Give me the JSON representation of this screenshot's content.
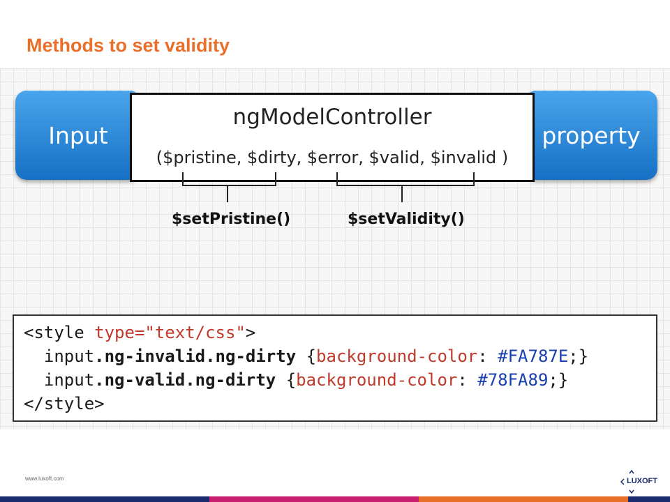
{
  "slide": {
    "title": "Methods to set validity",
    "footer_url": "www.luxoft.com",
    "logo_text": "LUXOFT"
  },
  "diagram": {
    "input_label": "Input",
    "property_label": "property",
    "controller_title": "ngModelController",
    "controller_properties": "($pristine, $dirty, $error, $valid, $invalid )",
    "method_pristine": "$setPristine()",
    "method_validity": "$setValidity()"
  },
  "code": {
    "line1_open": "<style ",
    "line1_attr": "type=",
    "line1_str": "\"text/css\"",
    "line1_close": ">",
    "line2_sel1": "input",
    "line2_sel2": ".ng-invalid.ng-dirty",
    "line2_brace_open": " {",
    "line2_prop": "background-color",
    "line2_colon": ": ",
    "line2_val": "#FA787E",
    "line2_end": ";}",
    "line3_sel1": "input",
    "line3_sel2": ".ng-valid.ng-dirty",
    "line3_brace_open": " {",
    "line3_prop": "background-color",
    "line3_colon": ": ",
    "line3_val": "#78FA89",
    "line3_end": ";}",
    "line4": "</style>"
  },
  "colors": {
    "title": "#e8702a",
    "blue_box": "#1670c4",
    "code_value": "#1a3fb0",
    "code_string": "#c0392b"
  }
}
